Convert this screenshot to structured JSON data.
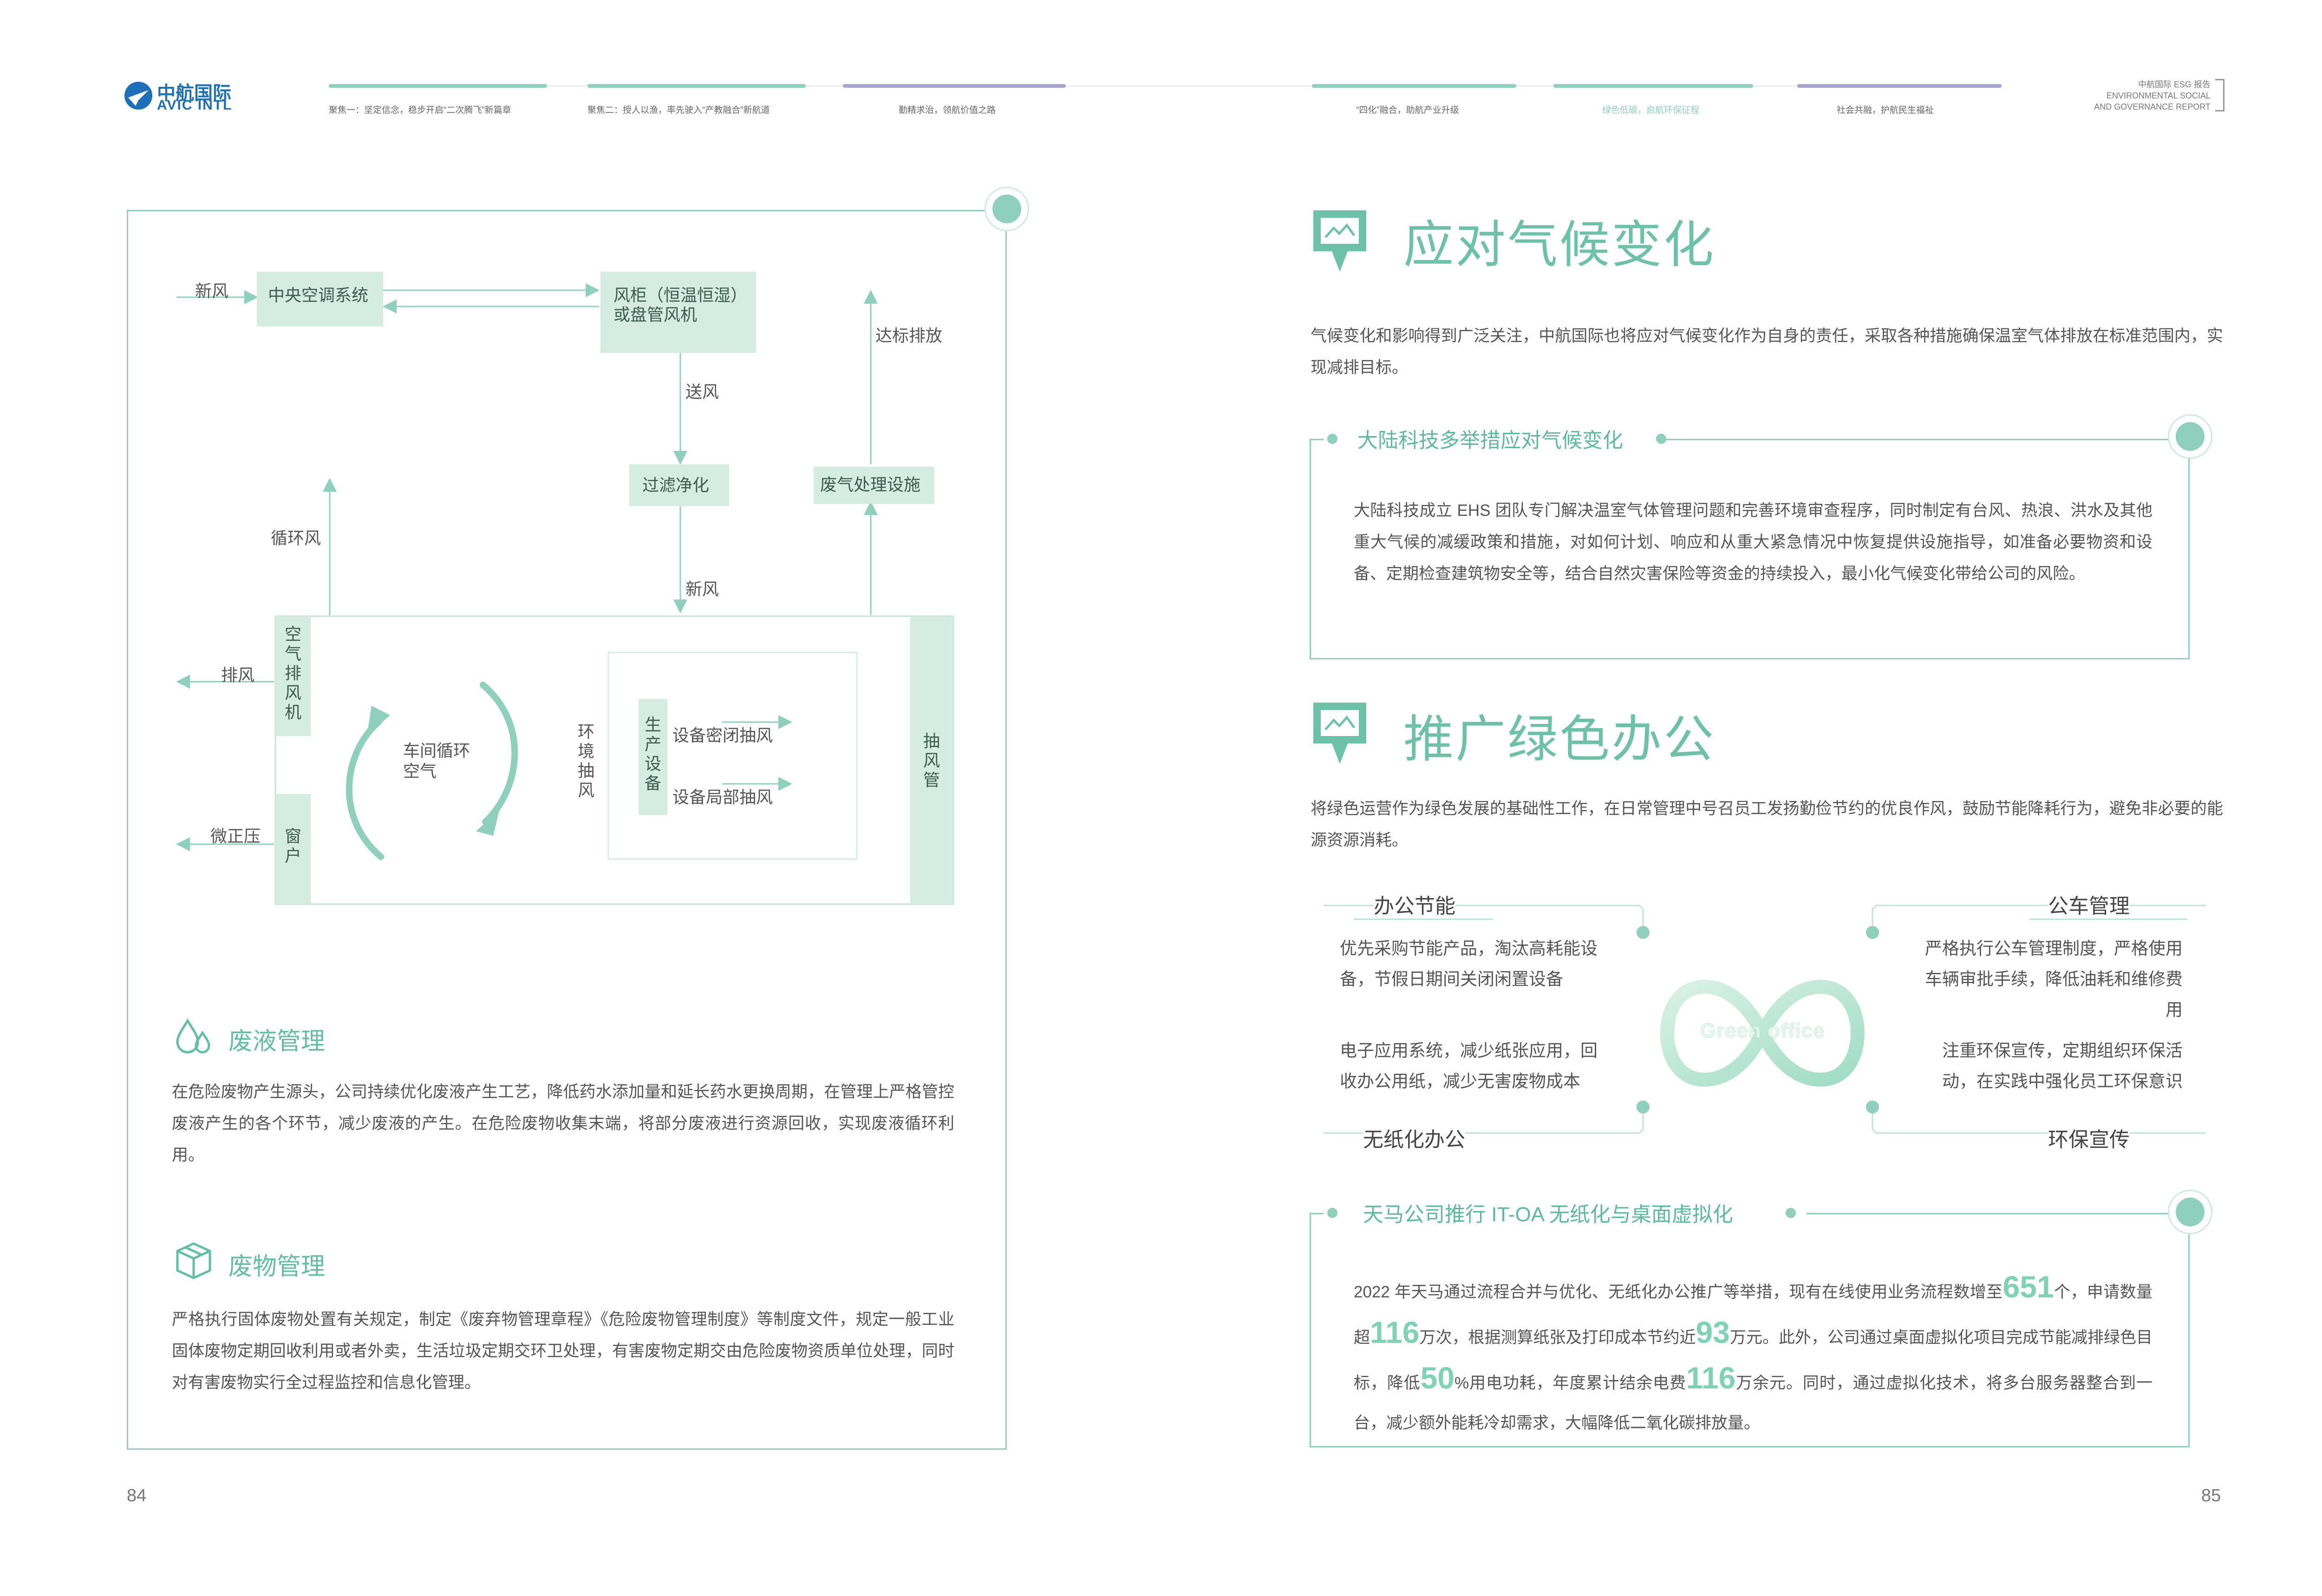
{
  "header": {
    "logo_cn": "中航国际",
    "logo_en": "AVIC INTL",
    "nav": [
      "聚焦一：坚定信念，稳步开启“二次腾飞”新篇章",
      "聚焦二：授人以渔，率先驶入“产教融合”新航道",
      "勤精求治，领航价值之路",
      "“四化”融合，助航产业升级",
      "绿色低碳，启航环保征程",
      "社会共融，护航民生福祉"
    ],
    "report_lines": [
      "中航国际 ESG 报告",
      "ENVIRONMENTAL SOCIAL",
      "AND GOVERNANCE REPORT"
    ]
  },
  "colors": {
    "accent": "#6cc1a6",
    "box_fill": "#d5ece3",
    "border": "#8fd0bd",
    "nav_active": "#8fd0bd",
    "nav_purple": "#a7a4cf"
  },
  "diagram": {
    "fresh_air_in": "新风",
    "central_ac": "中央空调系统",
    "fan_cabinet": "风柜（恒温恒湿）或盘管风机",
    "send_air": "送风",
    "filter": "过滤净化",
    "fresh_air": "新风",
    "recirc": "循环风",
    "exhaust_device": "废气处理设施",
    "emission": "达标排放",
    "air_exhaust_fan": "空气排风机",
    "exhaust": "排风",
    "window": "窗户",
    "micro_pressure": "微正压",
    "workshop_air": "车间循环空气",
    "env_exhaust": "环境抽风",
    "production_equipment": "生产设备",
    "sealed_exhaust": "设备密闭抽风",
    "local_exhaust": "设备局部抽风",
    "duct": "抽风管"
  },
  "waste_liquid": {
    "title": "废液管理",
    "icon": "droplets-icon",
    "text": "在危险废物产生源头，公司持续优化废液产生工艺，降低药水添加量和延长药水更换周期，在管理上严格管控废液产生的各个环节，减少废液的产生。在危险废物收集末端，将部分废液进行资源回收，实现废液循环利用。"
  },
  "waste": {
    "title": "废物管理",
    "icon": "box-icon",
    "text": "严格执行固体废物处置有关规定，制定《废弃物管理章程》《危险废物管理制度》等制度文件，规定一般工业固体废物定期回收利用或者外卖，生活垃圾定期交环卫处理，有害废物定期交由危险废物资质单位处理，同时对有害废物实行全过程监控和信息化管理。"
  },
  "climate": {
    "title": "应对气候变化",
    "intro": "气候变化和影响得到广泛关注，中航国际也将应对气候变化作为自身的责任，采取各种措施确保温室气体排放在标准范围内，实现减排目标。",
    "case_title": "大陆科技多举措应对气候变化",
    "case_text": "大陆科技成立 EHS 团队专门解决温室气体管理问题和完善环境审查程序，同时制定有台风、热浪、洪水及其他重大气候的减缓政策和措施，对如何计划、响应和从重大紧急情况中恢复提供设施指导，如准备必要物资和设备、定期检查建筑物安全等，结合自然灾害保险等资金的持续投入，最小化气候变化带给公司的风险。"
  },
  "green_office": {
    "title": "推广绿色办公",
    "intro": "将绿色运营作为绿色发展的基础性工作，在日常管理中号召员工发扬勤俭节约的优良作风，鼓励节能降耗行为，避免非必要的能源资源消耗。",
    "logo_text": "Green office",
    "energy": {
      "title": "办公节能",
      "text": "优先采购节能产品，淘汰高耗能设备，节假日期间关闭闲置设备"
    },
    "paperless": {
      "title": "无纸化办公",
      "text": "电子应用系统，减少纸张应用，回收办公用纸，减少无害废物成本"
    },
    "vehicle": {
      "title": "公车管理",
      "text": "严格执行公车管理制度，严格使用车辆审批手续，降低油耗和维修费用"
    },
    "promotion": {
      "title": "环保宣传",
      "text": "注重环保宣传，定期组织环保活动，在实践中强化员工环保意识"
    }
  },
  "tianma": {
    "title": "天马公司推行 IT-OA 无纸化与桌面虚拟化",
    "t1": "2022 年天马通过流程合并与优化、无纸化办公推广等举措，现有在线使用业务流程数增至",
    "n1": "651",
    "t2": "个，申请数量超",
    "n2": "116",
    "t3": "万次，根据测算纸张及打印成本节约近",
    "n3": "93",
    "t4": "万元。此外，公司通过桌面虚拟化项目完成节能减排绿色目标，降低",
    "n4": "50",
    "t5": "%用电功耗，年度累计结余电费",
    "n5": "116",
    "t6": "万余元。同时，通过虚拟化技术，将多台服务器整合到一台，减少额外能耗冷却需求，大幅降低二氧化碳排放量。"
  },
  "pages": {
    "left": "84",
    "right": "85"
  }
}
